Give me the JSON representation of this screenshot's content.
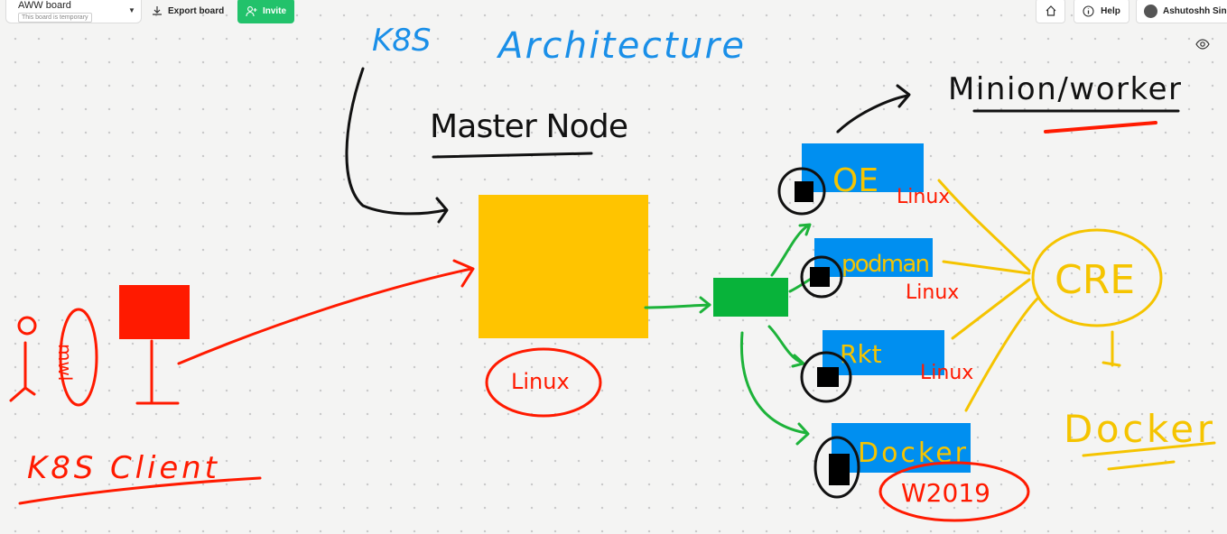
{
  "toolbar": {
    "board_title": "AWW board",
    "board_subtitle": "This board is temporary",
    "export_label": "Export board",
    "invite_label": "Invite",
    "help_label": "Help",
    "user_name": "Ashutoshh Singh"
  },
  "icons": {
    "caret": "chevron-down-icon",
    "export": "download-icon",
    "invite": "add-user-icon",
    "home": "home-icon",
    "help": "info-icon",
    "eye": "eye-icon"
  },
  "drawing": {
    "k8s": "K8S",
    "architecture": "Architecture",
    "master_node": "Master Node",
    "minion_worker": "Minion/worker",
    "oe": "OE",
    "podman": "podman",
    "rkt": "Rkt",
    "docker_box": "Docker",
    "linux_master": "Linux",
    "linux": "Linux",
    "w2019": "W2019",
    "cre": "CRE",
    "docker": "Docker",
    "k8s_client": "K8S Client",
    "mwl": "mwl"
  },
  "colors": {
    "blue_ink": "#1a8fe8",
    "red_ink": "#ff1a00",
    "yellow_ink": "#f5c400",
    "green_ink": "#1db33a",
    "master_box": "#ffc400",
    "worker_box": "#008ff0",
    "invite_green": "#22c26b"
  }
}
